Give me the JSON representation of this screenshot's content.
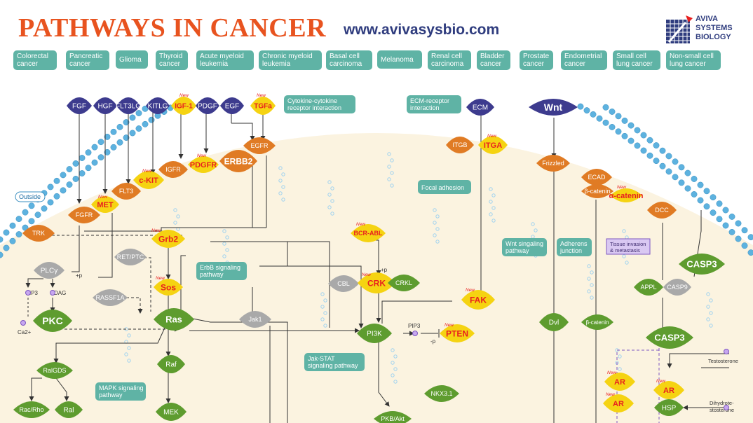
{
  "header": {
    "title": "PATHWAYS IN CANCER",
    "url": "www.avivasysbio.com",
    "logo_lines": [
      "AVIVA",
      "SYSTEMS",
      "BIOLOGY"
    ]
  },
  "cancer_chips": [
    [
      "Colorectal",
      "cancer"
    ],
    [
      "Pancreatic",
      "cancer"
    ],
    [
      "Glioma"
    ],
    [
      "Thyroid",
      "cancer"
    ],
    [
      "Acute myeloid",
      "leukemia"
    ],
    [
      "Chronic myeloid",
      "leukemia"
    ],
    [
      "Basal cell",
      "carcinoma"
    ],
    [
      "Melanoma"
    ],
    [
      "Renal cell",
      "carcinoma"
    ],
    [
      "Bladder",
      "cancer"
    ],
    [
      "Prostate",
      "cancer"
    ],
    [
      "Endometrial",
      "cancer"
    ],
    [
      "Small cell",
      "lung cancer"
    ],
    [
      "Non-small cell",
      "lung cancer"
    ]
  ],
  "pathway_labels": [
    [
      "Cytokine-cytokine",
      "receptor interaction"
    ],
    [
      "ECM-receptor",
      "interaction"
    ],
    [
      "Focal adhesion"
    ],
    [
      "Wnt singaling",
      "pathway"
    ],
    [
      "Adherens",
      "junction"
    ],
    [
      "ErbB signaling",
      "pathway"
    ],
    [
      "Jak-STAT",
      "signaling pathway"
    ],
    [
      "MAPK signaling",
      "pathway"
    ]
  ],
  "text_labels": {
    "outside": "Outside",
    "tissue_invasion": [
      "Tissue invasion",
      "& metastasis"
    ],
    "new": "New",
    "plus_p": "+p",
    "minus_p": "-p",
    "ip3": "IP3",
    "dag": "DAG",
    "ca2": "Ca2+",
    "pip3": "PIP3",
    "testosterone": "Testosterone",
    "dihydrotestosterone": [
      "Dihydrote-",
      "stosterone"
    ]
  },
  "nodes": {
    "ligands": [
      "FGF",
      "HGF",
      "FLT3LG",
      "KITLG",
      "IGF-1",
      "PDGF",
      "EGF",
      "TGFa",
      "ECM",
      "Wnt"
    ],
    "receptors": [
      "TRK",
      "FGFR",
      "MET",
      "FLT3",
      "c-KIT",
      "IGFR",
      "PDGFR",
      "ERBB2",
      "EGFR",
      "ITGB",
      "ITGA",
      "Frizzled",
      "ECAD",
      "β-catenin",
      "α-catenin",
      "DCC"
    ],
    "cytoplasm": [
      "Grb2",
      "Sos",
      "RET/PTC",
      "RASSF1A",
      "PLCγ",
      "PKC",
      "Ras",
      "Raf",
      "MEK",
      "RalGDS",
      "Rac/Rho",
      "Ral",
      "Jak1",
      "BCR-ABL",
      "CBL",
      "CRK",
      "CRKL",
      "FAK",
      "PI3K",
      "PTEN",
      "NKX3.1",
      "PKB/Akt",
      "Dvl",
      "β-catenin",
      "APPL",
      "CASP9",
      "CASP3",
      "CASP3",
      "AR",
      "AR",
      "AR",
      "HSP"
    ]
  },
  "colors": {
    "title": "#e8531f",
    "url": "#2f3c7e",
    "chip": "#5fb3a5",
    "ligand": "#3d3b8e",
    "receptor": "#e07b24",
    "highlight": "#f5d312",
    "signal": "#5e9c2f",
    "inactive": "#a9a9a9",
    "membrane": "#5db2df",
    "cytoplasm": "#fbf3e0",
    "highlight_text": "#e8201f",
    "purple": "#7e57c2"
  }
}
